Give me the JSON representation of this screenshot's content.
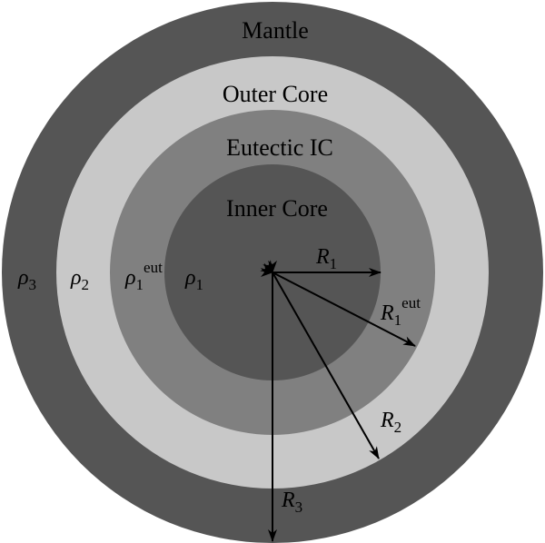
{
  "layers": {
    "mantle": {
      "label": "Mantle",
      "density_symbol": "ρ",
      "density_sub": "3",
      "color": "#555555"
    },
    "outer_core": {
      "label": "Outer Core",
      "density_symbol": "ρ",
      "density_sub": "2",
      "color": "#c8c8c8"
    },
    "eutectic_ic": {
      "label": "Eutectic IC",
      "density_symbol": "ρ",
      "density_sub": "1",
      "density_sup": "eut",
      "color": "#808080"
    },
    "inner_core": {
      "label": "Inner Core",
      "density_symbol": "ρ",
      "density_sub": "1",
      "color": "#555555"
    }
  },
  "radii": {
    "r1": {
      "symbol": "R",
      "sub": "1"
    },
    "r1_eut": {
      "symbol": "R",
      "sub": "1",
      "sup": "eut"
    },
    "r2": {
      "symbol": "R",
      "sub": "2"
    },
    "r3": {
      "symbol": "R",
      "sub": "3"
    }
  }
}
